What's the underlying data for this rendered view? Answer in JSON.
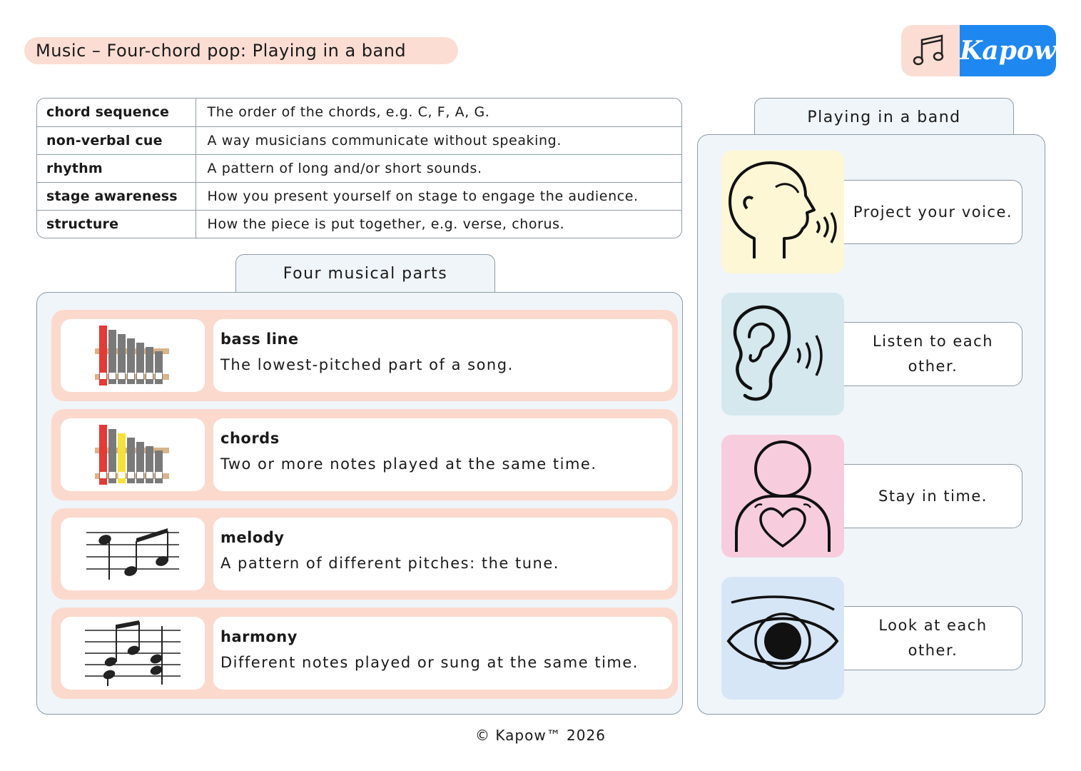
{
  "header": {
    "title": "Music – Four-chord pop: Playing in a band",
    "logo_text": "Kapow",
    "logo_icon": "music-notes-icon"
  },
  "glossary": [
    {
      "term": "chord sequence",
      "definition": "The order of the chords, e.g. C, F, A, G."
    },
    {
      "term": "non-verbal cue",
      "definition": "A way musicians communicate without speaking."
    },
    {
      "term": "rhythm",
      "definition": "A pattern of long and/or short sounds."
    },
    {
      "term": "stage awareness",
      "definition": "How you present yourself on stage to engage the audience."
    },
    {
      "term": "structure",
      "definition": "How the piece is put together, e.g. verse, chorus."
    }
  ],
  "parts": {
    "heading": "Four musical parts",
    "items": [
      {
        "term": "bass line",
        "definition": "The lowest-pitched part of a song.",
        "icon": "glockenspiel-bass-icon"
      },
      {
        "term": "chords",
        "definition": "Two or more notes played at the same time.",
        "icon": "glockenspiel-chord-icon"
      },
      {
        "term": "melody",
        "definition": "A pattern of different pitches: the tune.",
        "icon": "melody-notes-icon"
      },
      {
        "term": "harmony",
        "definition": "Different notes played or sung at the same time.",
        "icon": "harmony-notes-icon"
      }
    ]
  },
  "band": {
    "heading": "Playing in a band",
    "items": [
      {
        "text": "Project your voice.",
        "icon": "speaking-head-icon",
        "color": "#fdf7d6"
      },
      {
        "text": "Listen to each other.",
        "icon": "ear-icon",
        "color": "#d4e8ee"
      },
      {
        "text": "Stay in time.",
        "icon": "person-heart-icon",
        "color": "#f7cddd"
      },
      {
        "text": "Look at each other.",
        "icon": "eye-icon",
        "color": "#d6e6f7"
      }
    ]
  },
  "footer": "© Kapow™ 2026",
  "colors": {
    "accent_peach": "#fbddd3",
    "logo_blue": "#1e88f0",
    "panel_bg": "#f0f5f9",
    "border": "#8d9ba6"
  }
}
